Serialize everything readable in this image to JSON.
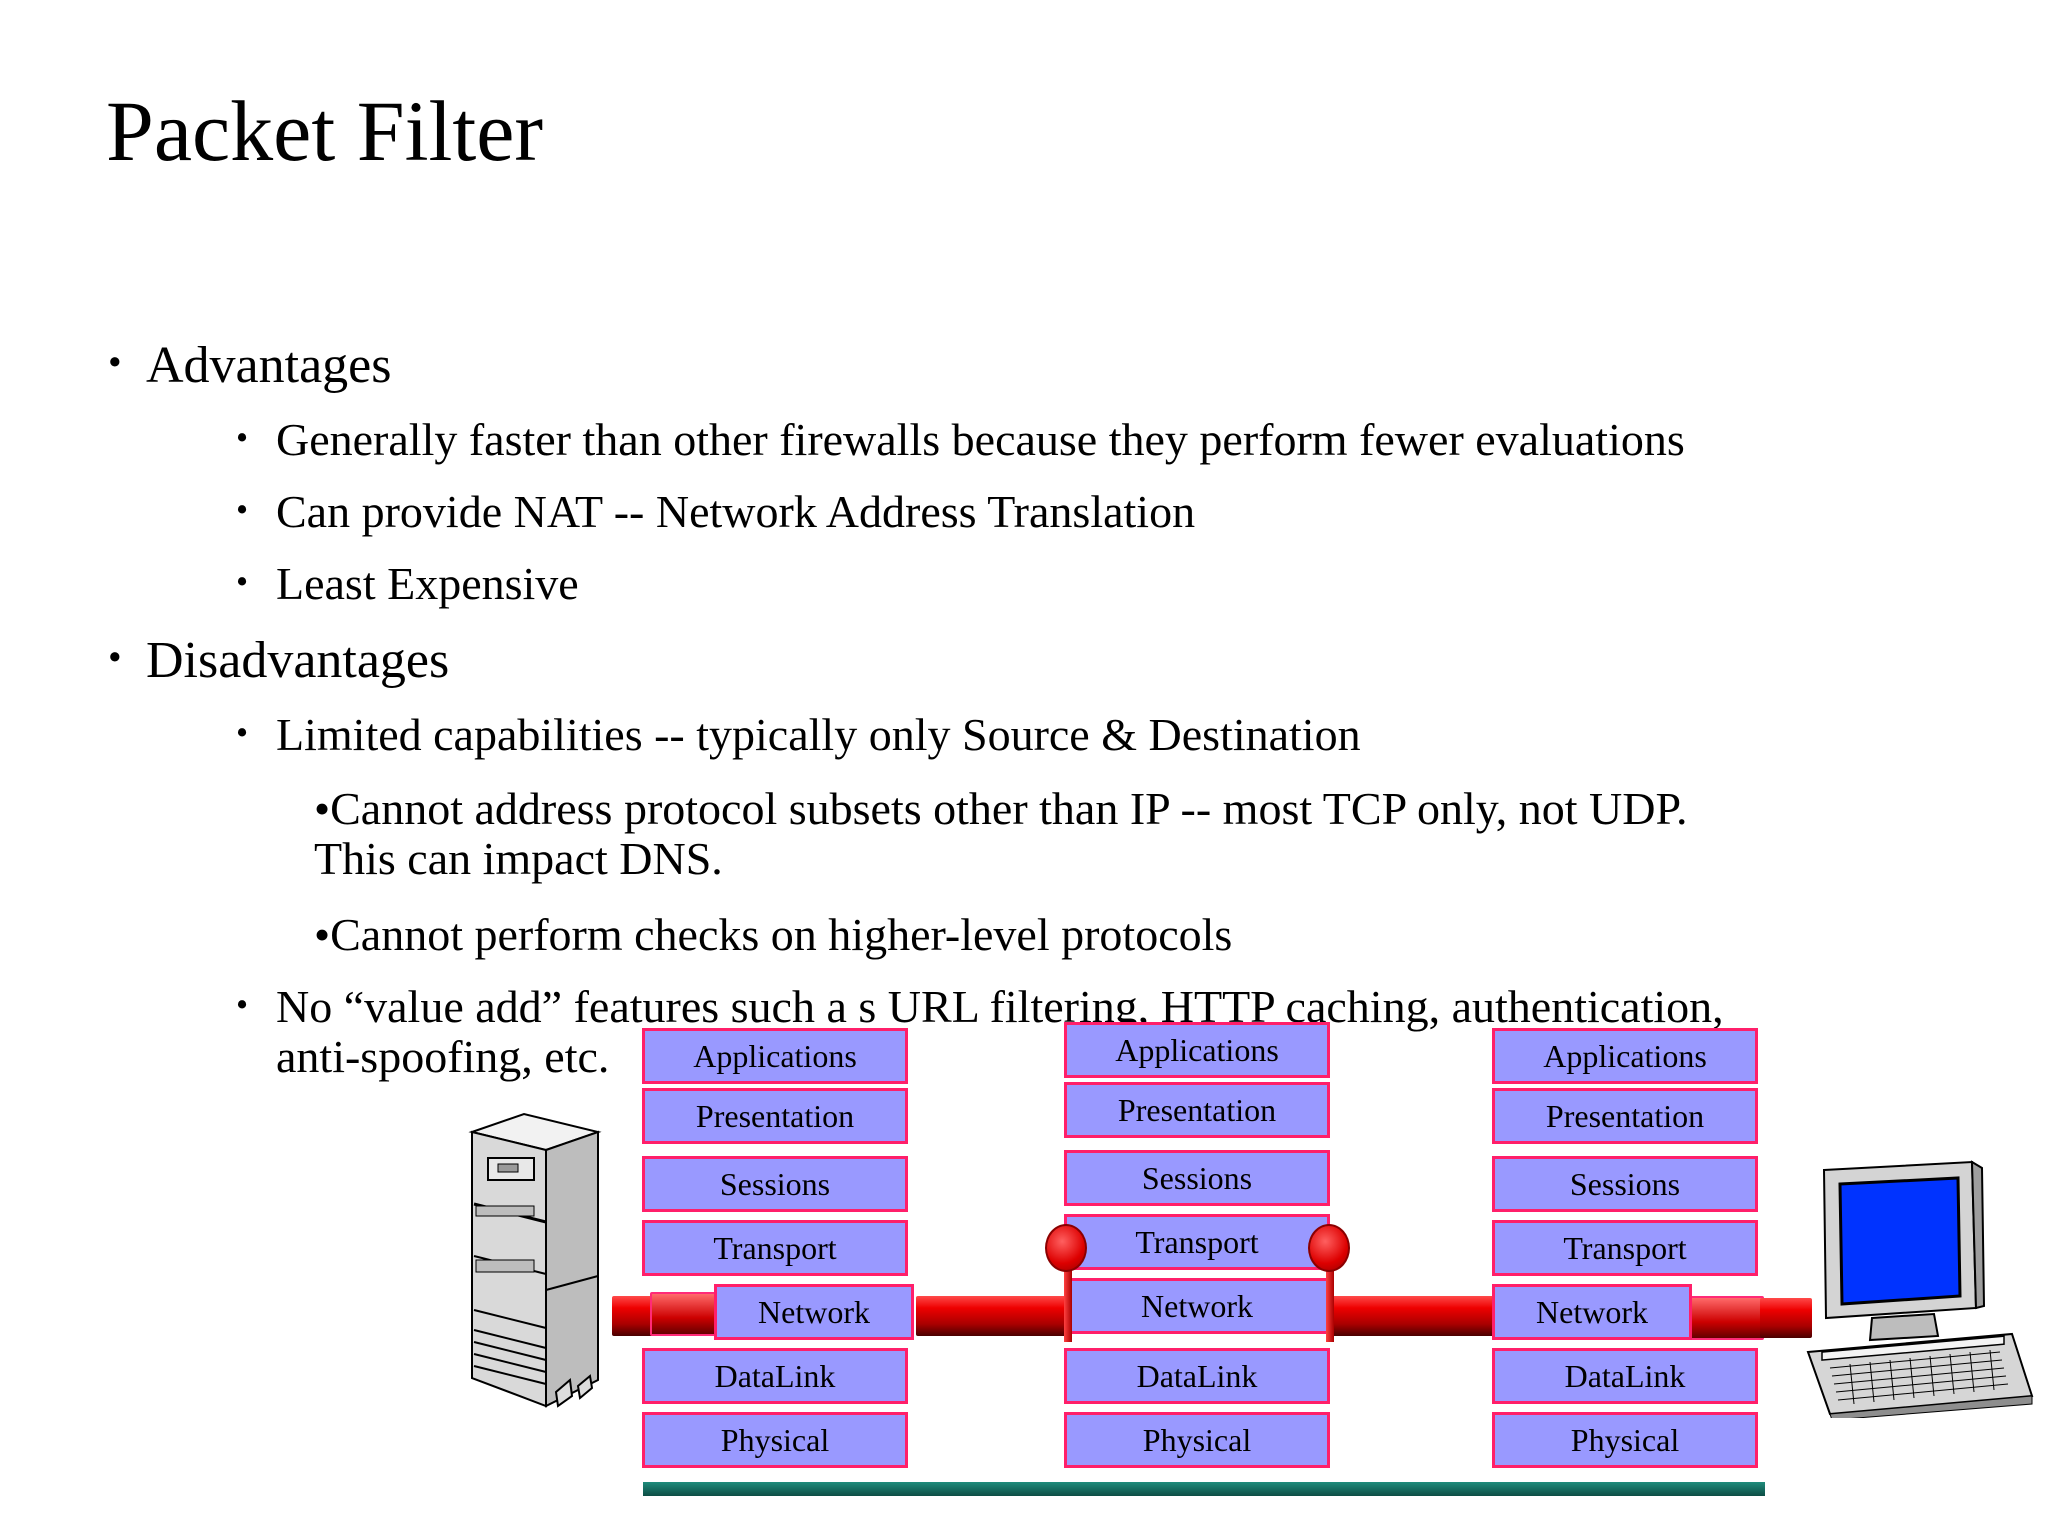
{
  "slide": {
    "title": "Packet Filter",
    "bullet_char": "•",
    "advantages": {
      "label": "Advantages",
      "items": [
        "Generally faster than other firewalls because they perform fewer evaluations",
        "Can provide NAT -- Network Address Translation",
        "Least Expensive"
      ]
    },
    "disadvantages": {
      "label": "Disadvantages",
      "item1": "Limited capabilities -- typically only Source & Destination",
      "sub1_line1": "•Cannot address protocol subsets other than IP -- most TCP only, not UDP.",
      "sub1_line2": "This can impact DNS.",
      "sub2": "•Cannot perform checks on higher-level protocols",
      "item2_line1": "No “value add” features such a s URL filtering, HTTP caching, authentication,",
      "item2_line2": "anti-spoofing, etc."
    }
  },
  "diagram": {
    "stacks": [
      {
        "name": "left",
        "layers": [
          "Applications",
          "Presentation",
          "Sessions",
          "Transport",
          "Network",
          "DataLink",
          "Physical"
        ]
      },
      {
        "name": "middle",
        "layers": [
          "Applications",
          "Presentation",
          "Sessions",
          "Transport",
          "Network",
          "DataLink",
          "Physical"
        ]
      },
      {
        "name": "right",
        "layers": [
          "Applications",
          "Presentation",
          "Sessions",
          "Transport",
          "Network",
          "DataLink",
          "Physical"
        ]
      }
    ],
    "colors": {
      "layer_fill": "#9999ff",
      "layer_border": "#ff1f6a",
      "pipe": "#cc0000",
      "ground": "#1a7a6c",
      "monitor_screen": "#0033ff"
    },
    "icons": [
      "server-icon",
      "desktop-computer-icon",
      "packet-filter-valve-icon"
    ]
  }
}
